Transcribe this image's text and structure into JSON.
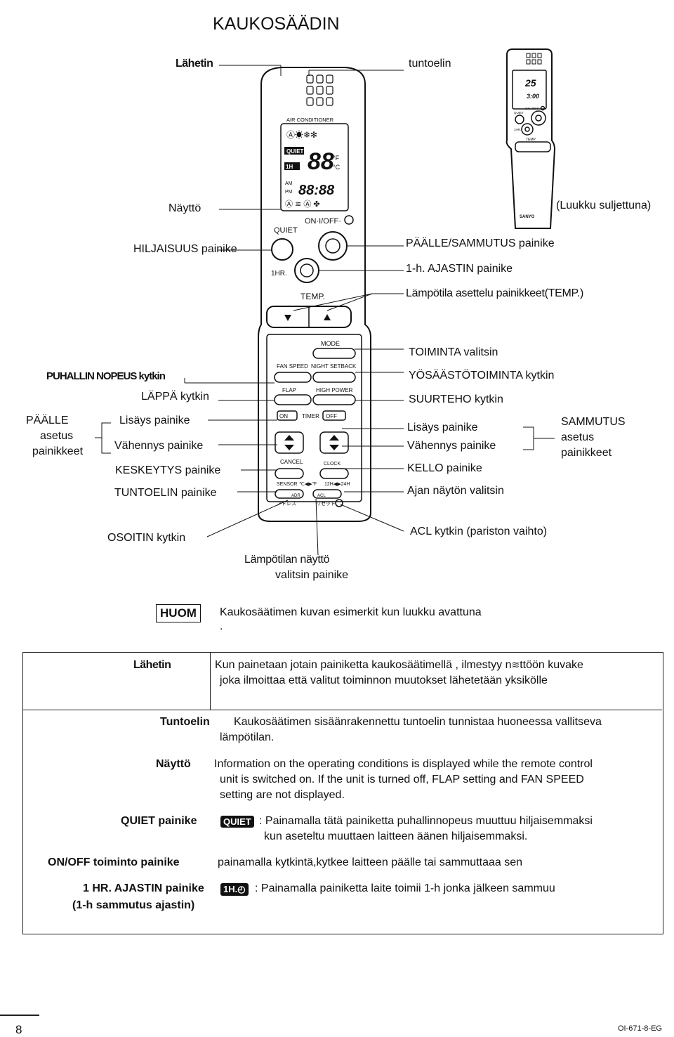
{
  "title": "KAUKOSÄÄDIN",
  "labels": {
    "transmitter": "Lähetin",
    "sensor": "tuntoelin",
    "closed_lid": "(Luukku suljettuna)",
    "display": "Näyttö",
    "quiet_button": "HILJAISUUS painike",
    "onoff_button": "PÄÄLLE/SAMMUTUS painike",
    "timer_1h": "1-h. AJASTIN painike",
    "temp_buttons": "Lämpötila asettelu painikkeet(TEMP.)",
    "mode_select": "TOIMINTA valitsin",
    "fan_speed": "PUHALLIN NOPEUS kytkin",
    "night_setback": "YÖSÄÄSTÖTOIMINTA kytkin",
    "flap": "LÄPPÄ kytkin",
    "high_power": "SUURTEHO kytkin",
    "on_group_1": "PÄÄLLE",
    "on_group_2": "asetus",
    "on_group_3": "painikkeet",
    "add_left": "Lisäys painike",
    "sub_left": "Vähennys painike",
    "add_right": "Lisäys painike",
    "sub_right": "Vähennys painike",
    "off_group_1": "SAMMUTUS",
    "off_group_2": "asetus",
    "off_group_3": "painikkeet",
    "cancel": "KESKEYTYS painike",
    "clock": "KELLO painike",
    "sensor_button": "TUNTOELIN painike",
    "time_display": "Ajan näytön valitsin",
    "address": "OSOITIN kytkin",
    "acl": "ACL kytkin (pariston vaihto)",
    "temp_display_1": "Lämpötilan näyttö",
    "temp_display_2": "valitsin painike"
  },
  "remote": {
    "air_conditioner": "AIR CONDITIONER",
    "quiet": "QUIET",
    "one_h": "1H",
    "on_off": "ON·I/OFF·",
    "one_hr": "1HR.",
    "temp": "TEMP.",
    "mode": "MODE",
    "fan_speed": "FAN SPEED",
    "night_setback": "NIGHT SETBACK",
    "flap": "FLAP",
    "high_power": "HIGH POWER",
    "on": "ON",
    "timer": "TIMER",
    "off": "OFF",
    "cancel": "CANCEL",
    "clock": "CLOCK",
    "sensor": "SENSOR",
    "c_f": "℃◀▶℉",
    "h12_24": "12H◀▶24H",
    "adr": "ADR",
    "acl": "ACL",
    "address_jp": "アドレス",
    "reset_jp": "リセット",
    "temp_digits": "88",
    "f_unit": "°F",
    "c_unit": "°C",
    "am": "AM",
    "pm": "PM",
    "clock_digits": "88:88",
    "small_temp": "25",
    "small_time": "3:00",
    "small_onoff": "ON·I/OFF·",
    "small_quiet": "QUIET",
    "small_1hr": "1HR.",
    "small_temp_label": "TEMP.",
    "brand": "SANYO"
  },
  "note": {
    "label": "HUOM",
    "text": "Kaukosäätimen kuvan esimerkit kun luukku avattuna",
    "dot": "."
  },
  "definitions": [
    {
      "term": "Lähetin",
      "desc1": "Kun painetaan jotain painiketta kaukosäätimellä , ilmestyy n",
      "desc1b": "ttöön kuvake",
      "desc2": "joka ilmoittaa että valitut toiminnon muutokset lähetetään yksikölle"
    },
    {
      "term": "Tuntoelin",
      "desc1": "Kaukosäätimen sisäänrakennettu tuntoelin tunnistaa huoneessa vallitseva",
      "desc2": "lämpötilan."
    },
    {
      "term": "Näyttö",
      "desc1": "Information on the operating conditions is displayed while the remote control",
      "desc2": "unit is switched on. If the unit is turned off, FLAP setting and FAN SPEED",
      "desc3": "setting are not displayed."
    },
    {
      "term": "QUIET painike",
      "badge": "QUIET",
      "desc1": ": Painamalla tätä painiketta puhallinnopeus muuttuu hiljaisemmaksi",
      "desc2": "kun aseteltu muuttaen laitteen äänen hiljaisemmaksi."
    },
    {
      "term": "ON/OFF toiminto painike",
      "desc1": "painamalla kytkintä,kytkee laitteen päälle tai sammuttaaa sen"
    },
    {
      "term": "1 HR. AJASTIN painike",
      "term2": "(1-h sammutus ajastin)",
      "badge": "1H.◴",
      "desc1": ": Painamalla painiketta laite toimii 1-h jonka jälkeen sammuu"
    }
  ],
  "footer": {
    "page": "8",
    "code": "OI-671-8-EG"
  }
}
